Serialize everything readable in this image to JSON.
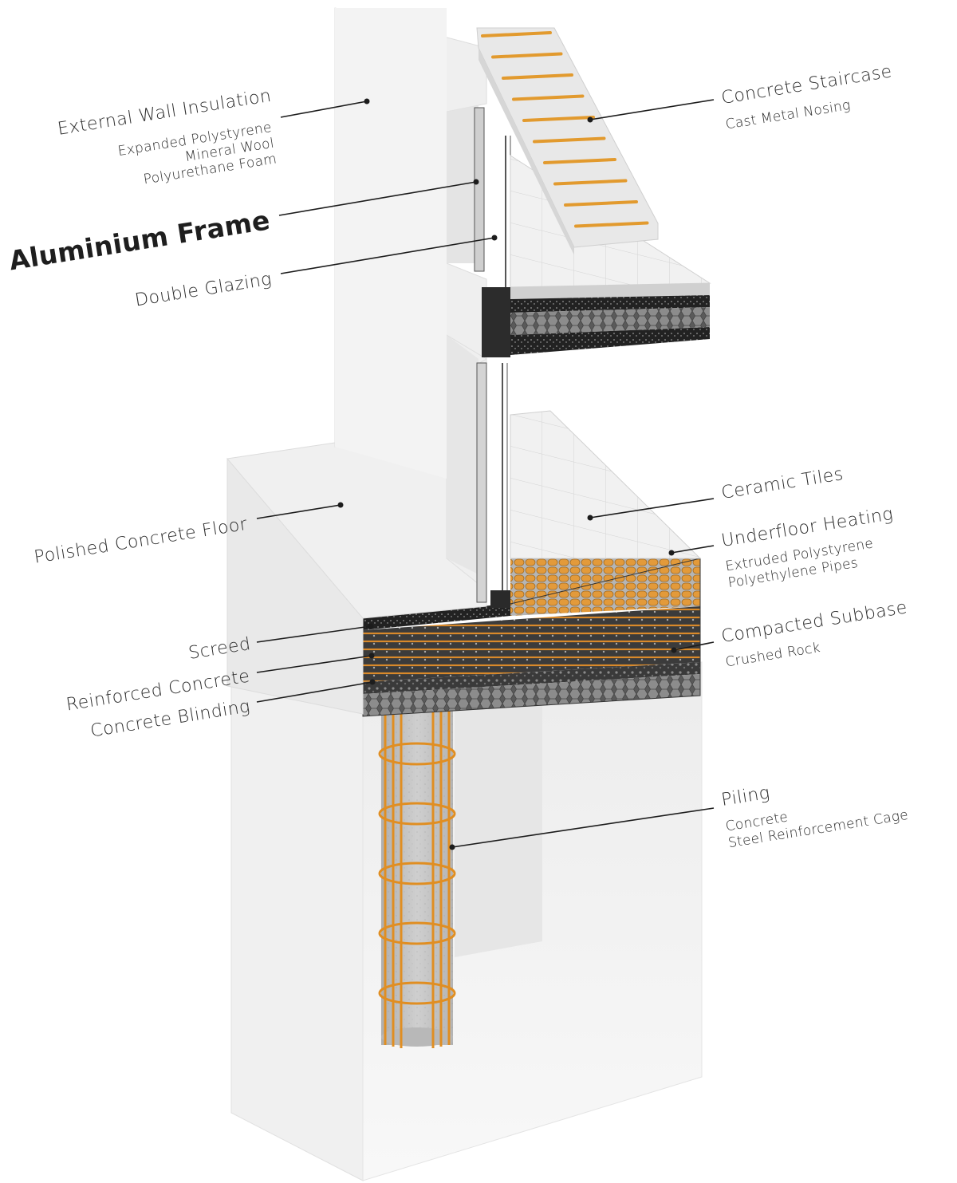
{
  "labels": {
    "wall_insulation": {
      "title": "External Wall Insulation",
      "items": [
        "Expanded Polystyrene",
        "Mineral Wool",
        "Polyurethane Foam"
      ]
    },
    "aluminium_frame": "Aluminium Frame",
    "double_glazing": "Double Glazing",
    "concrete_staircase": {
      "title": "Concrete Staircase",
      "items": [
        "Cast Metal Nosing"
      ]
    },
    "polished_concrete_floor": "Polished Concrete Floor",
    "ceramic_tiles": "Ceramic Tiles",
    "underfloor_heating": {
      "title": "Underfloor Heating",
      "items": [
        "Extruded Polystyrene",
        "Polyethylene Pipes"
      ]
    },
    "compacted_subbase": {
      "title": "Compacted Subbase",
      "items": [
        "Crushed Rock"
      ]
    },
    "screed": "Screed",
    "reinforced_concrete": "Reinforced Concrete",
    "concrete_blinding": "Concrete Blinding",
    "piling": {
      "title": "Piling",
      "items": [
        "Concrete",
        "Steel Reinforcement Cage"
      ]
    }
  },
  "colors": {
    "wall": "#efefef",
    "wall_shadow": "#e2e2e2",
    "concrete_dark": "#2a2a2a",
    "rebar_orange": "#e0952a",
    "tile": "#f2f2f2",
    "leader_line": "#1c1c1c"
  }
}
